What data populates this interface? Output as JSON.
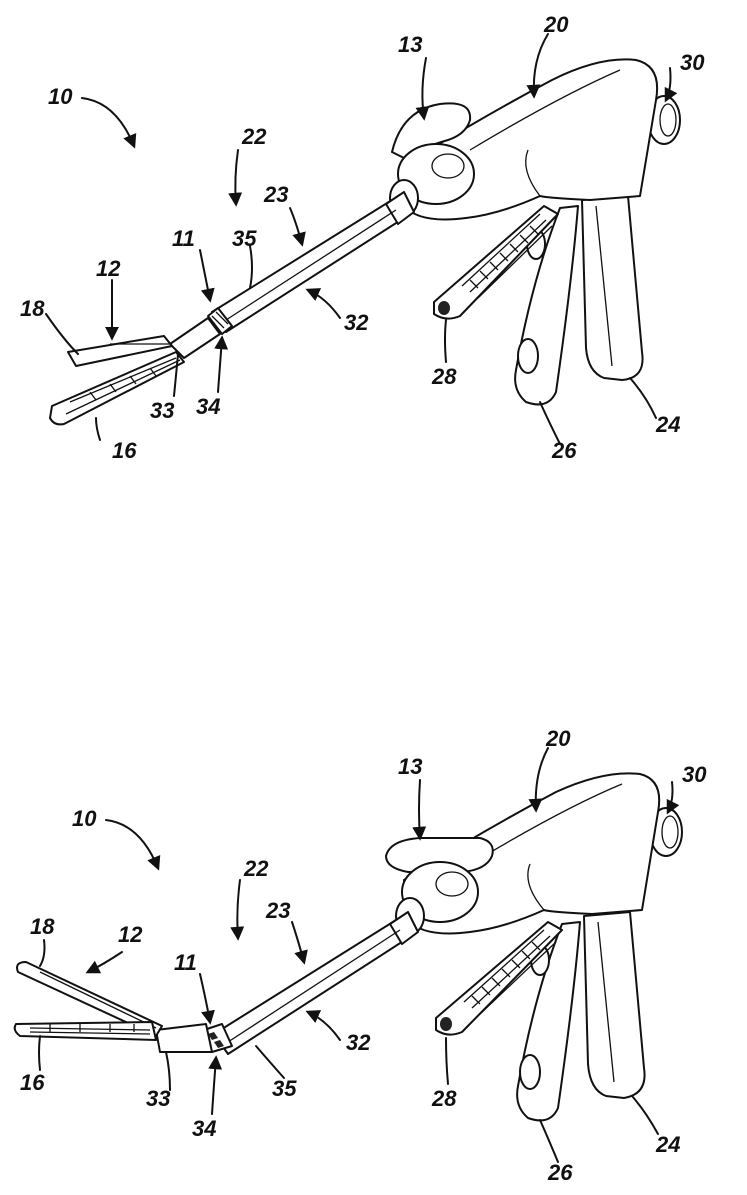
{
  "figures": [
    {
      "labels": {
        "assembly": "10",
        "end_effector": "12",
        "pivot": "11",
        "knob": "13",
        "anvil": "18",
        "cartridge": "16",
        "handle": "20",
        "shaft_arrow": "22",
        "shaft_tube": "23",
        "shaft_outer": "35",
        "shaft_body": "32",
        "joint_lower": "33",
        "joint_ring": "34",
        "rack": "28",
        "stationary_grip": "24",
        "trigger": "26",
        "release_button": "30"
      }
    },
    {
      "labels": {
        "assembly": "10",
        "end_effector": "12",
        "pivot": "11",
        "knob": "13",
        "anvil": "18",
        "cartridge": "16",
        "handle": "20",
        "shaft_arrow": "22",
        "shaft_tube": "23",
        "shaft_outer": "35",
        "shaft_body": "32",
        "joint_lower": "33",
        "joint_ring": "34",
        "rack": "28",
        "stationary_grip": "24",
        "trigger": "26",
        "release_button": "30"
      }
    }
  ]
}
